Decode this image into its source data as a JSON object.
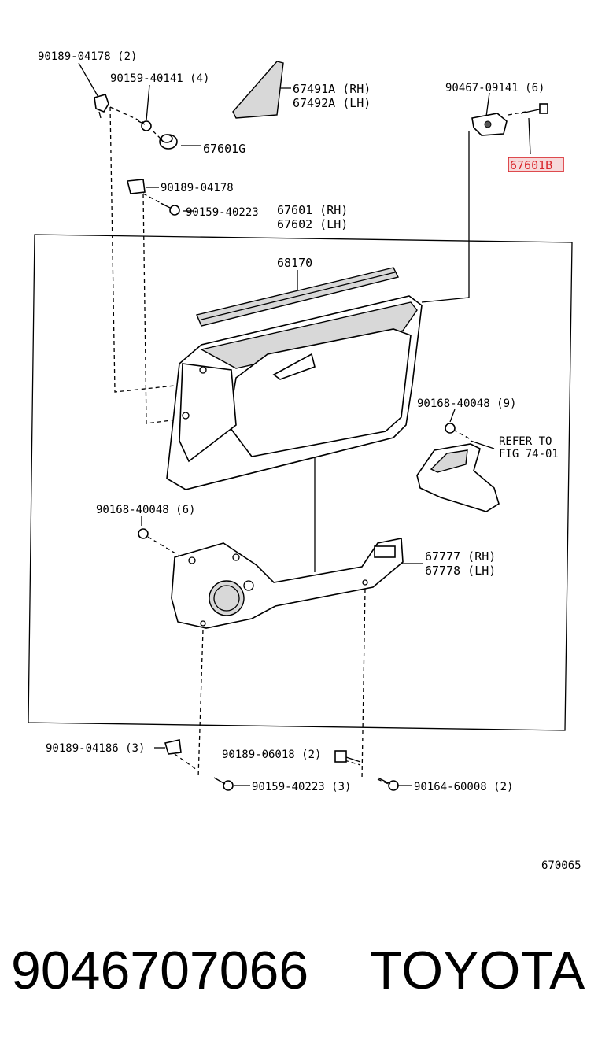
{
  "diagram": {
    "callouts": {
      "c1": "90189-04178 (2)",
      "c2": "90159-40141 (4)",
      "c3": "67491A (RH)",
      "c4": "67492A (LH)",
      "c5": "90467-09141 (6)",
      "c6": "67601G",
      "c7": "67601B",
      "c8": "90189-04178",
      "c9": "90159-40223",
      "c10": "67601 (RH)",
      "c11": "67602 (LH)",
      "c12": "68170",
      "c13": "90168-40048 (9)",
      "c14": "REFER TO",
      "c15": "FIG 74-01",
      "c16": "90168-40048 (6)",
      "c17": "67777 (RH)",
      "c18": "67778 (LH)",
      "c19": "90189-04186 (3)",
      "c20": "90189-06018 (2)",
      "c21": "90159-40223 (3)",
      "c22": "90164-60008 (2)",
      "c23": "670065"
    },
    "highlight_color": "#d9262c"
  },
  "footer": {
    "part_number": "9046707066",
    "brand": "TOYOTA"
  }
}
